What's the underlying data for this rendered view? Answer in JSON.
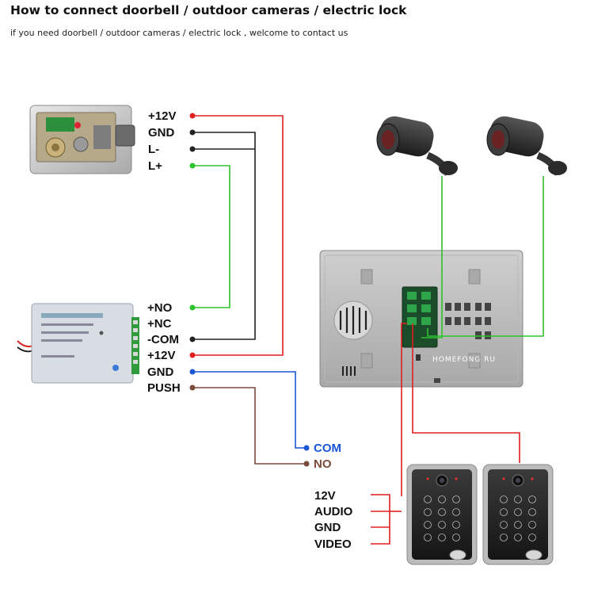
{
  "header": {
    "title": "How to connect doorbell / outdoor cameras / electric lock",
    "subtitle": "if you need  doorbell / outdoor cameras / electric lock , welcome to contact us"
  },
  "lock": {
    "terminals": [
      "+12V",
      "GND",
      "L-",
      "L+"
    ]
  },
  "power_supply": {
    "terminals": [
      "+NO",
      "+NC",
      "-COM",
      "+12V",
      "GND",
      "PUSH"
    ]
  },
  "exit_button": {
    "terminals": [
      "COM",
      "NO"
    ]
  },
  "doorbell": {
    "terminals": [
      "12V",
      "AUDIO",
      "GND",
      "VIDEO"
    ]
  },
  "monitor": {
    "brand": "HOMEFONG RU"
  },
  "colors": {
    "red": "#e02020",
    "black": "#222222",
    "green": "#2ec22e",
    "blue": "#1a56d6",
    "brown": "#7a4a3a"
  }
}
